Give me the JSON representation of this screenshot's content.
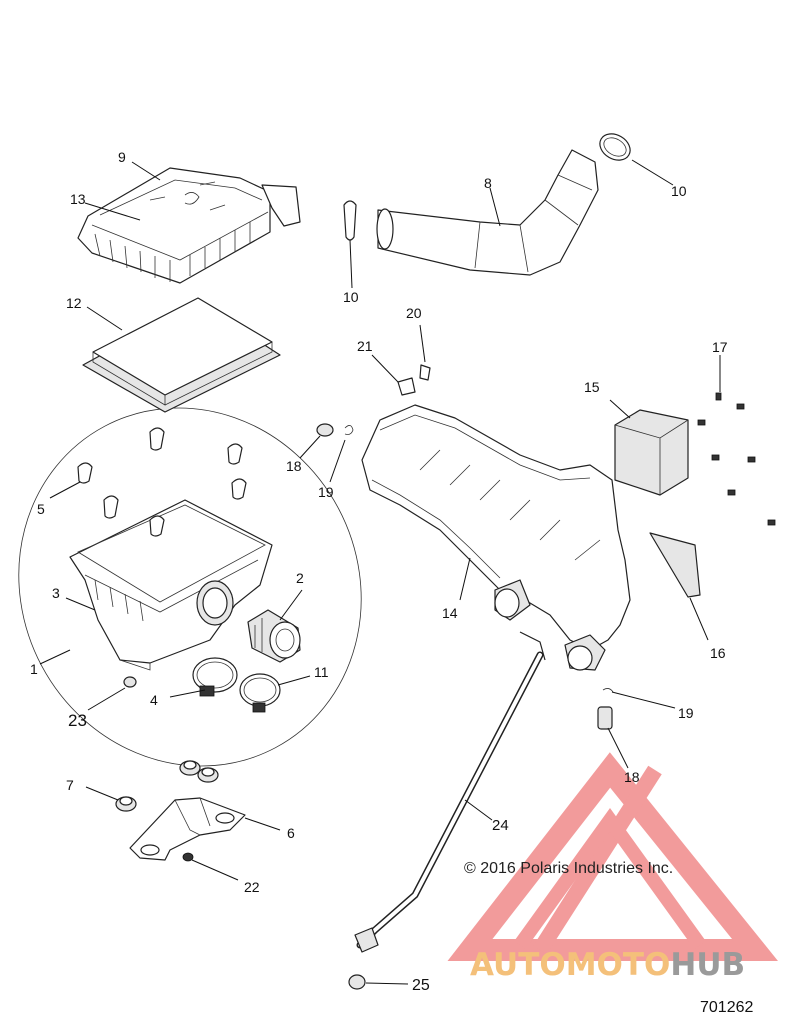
{
  "labels": {
    "l1": "1",
    "l2": "2",
    "l3": "3",
    "l4": "4",
    "l5": "5",
    "l6": "6",
    "l7": "7",
    "l8": "8",
    "l9": "9",
    "l10a": "10",
    "l10b": "10",
    "l11": "11",
    "l12": "12",
    "l13": "13",
    "l14": "14",
    "l15": "15",
    "l16": "16",
    "l17": "17",
    "l18a": "18",
    "l18b": "18",
    "l19a": "19",
    "l19b": "19",
    "l20": "20",
    "l21": "21",
    "l22": "22",
    "l23": "23",
    "l24": "24",
    "l25": "25"
  },
  "copyright": "© 2016 Polaris Industries Inc.",
  "diagram_number": "701262",
  "watermark": {
    "part1": "AUTOMOTO",
    "part2": "HUB",
    "color_primary": "#f4c07a",
    "color_secondary": "#9a9a9a",
    "triangle_color": "#f08a8a"
  }
}
